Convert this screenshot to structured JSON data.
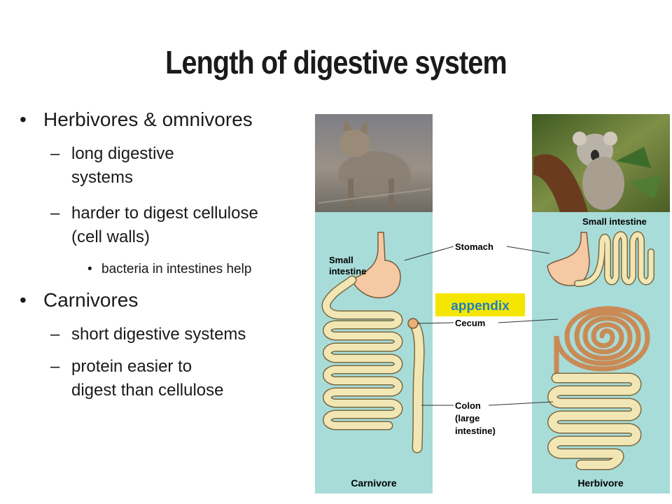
{
  "slide": {
    "title": "Length of digestive system"
  },
  "bullets": {
    "herbivores": "Herbivores & omnivores",
    "herb_sub1": [
      "long digestive",
      "systems"
    ],
    "herb_sub2": [
      "harder to digest cellulose",
      "(cell walls)"
    ],
    "herb_subsub": "bacteria in intestines help",
    "carnivores": "Carnivores",
    "carn_sub1": "short digestive systems",
    "carn_sub2": [
      "protein easier to",
      "digest than cellulose"
    ],
    "bullet_char": "•",
    "dash_char": "–"
  },
  "figure": {
    "labels": {
      "small_intestine_left": [
        "Small",
        "intestine"
      ],
      "small_intestine_right": "Small intestine",
      "stomach": "Stomach",
      "appendix": "appendix",
      "cecum": "Cecum",
      "colon": [
        "Colon",
        "(large",
        "intestine)"
      ],
      "carnivore": "Carnivore",
      "herbivore": "Herbivore"
    },
    "colors": {
      "panel": "#a8dcd8",
      "intestine": "#f3e6b5",
      "stomach": "#f4c9a4",
      "appendix_badge": "#f5e600",
      "appendix_text": "#1f7fbf",
      "photo_left": "#8f8a82",
      "photo_right": "#6b7f3a"
    },
    "icons": [
      "coyote-photo",
      "koala-photo"
    ]
  }
}
